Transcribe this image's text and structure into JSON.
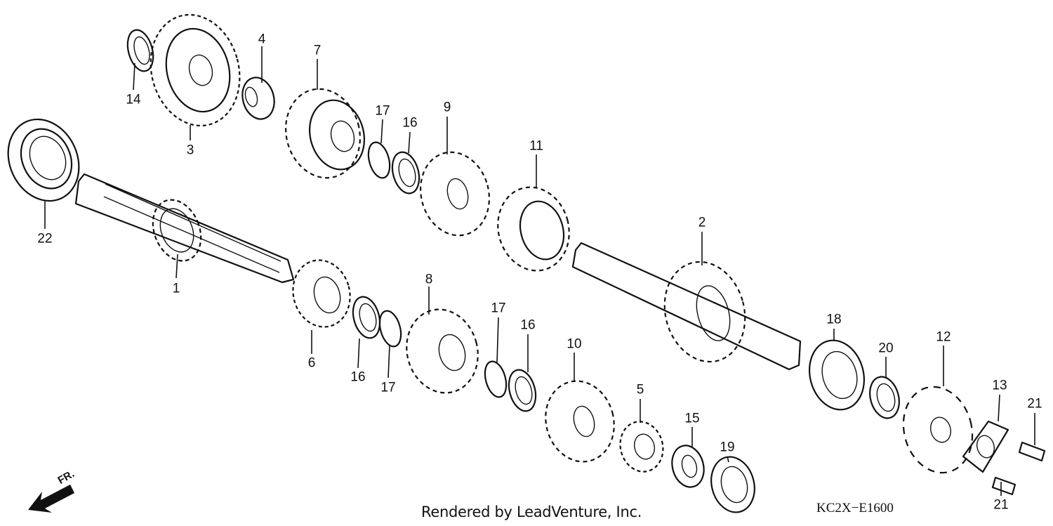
{
  "diagram": {
    "credit": "Rendered by LeadVenture, Inc.",
    "code": "KC2X−E1600",
    "direction_label": "FR.",
    "callouts": [
      {
        "id": "1",
        "label": "1"
      },
      {
        "id": "2",
        "label": "2"
      },
      {
        "id": "3",
        "label": "3"
      },
      {
        "id": "4",
        "label": "4"
      },
      {
        "id": "5",
        "label": "5"
      },
      {
        "id": "6",
        "label": "6"
      },
      {
        "id": "7",
        "label": "7"
      },
      {
        "id": "8",
        "label": "8"
      },
      {
        "id": "9",
        "label": "9"
      },
      {
        "id": "10",
        "label": "10"
      },
      {
        "id": "11",
        "label": "11"
      },
      {
        "id": "12",
        "label": "12"
      },
      {
        "id": "13",
        "label": "13"
      },
      {
        "id": "14",
        "label": "14"
      },
      {
        "id": "15",
        "label": "15"
      },
      {
        "id": "16a",
        "label": "16"
      },
      {
        "id": "16b",
        "label": "16"
      },
      {
        "id": "16c",
        "label": "16"
      },
      {
        "id": "17a",
        "label": "17"
      },
      {
        "id": "17b",
        "label": "17"
      },
      {
        "id": "17c",
        "label": "17"
      },
      {
        "id": "18",
        "label": "18"
      },
      {
        "id": "19",
        "label": "19"
      },
      {
        "id": "20",
        "label": "20"
      },
      {
        "id": "21a",
        "label": "21"
      },
      {
        "id": "21b",
        "label": "21"
      },
      {
        "id": "22",
        "label": "22"
      }
    ]
  }
}
